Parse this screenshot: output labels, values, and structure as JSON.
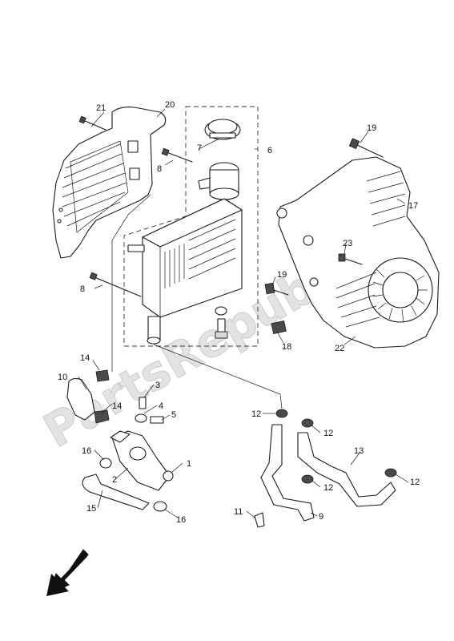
{
  "watermark": "PartsRepublik",
  "callouts": [
    {
      "id": "c1",
      "text": "1"
    },
    {
      "id": "c2",
      "text": "2"
    },
    {
      "id": "c3",
      "text": "3"
    },
    {
      "id": "c4",
      "text": "4"
    },
    {
      "id": "c5",
      "text": "5"
    },
    {
      "id": "c6",
      "text": "6"
    },
    {
      "id": "c7",
      "text": "7"
    },
    {
      "id": "c8a",
      "text": "8"
    },
    {
      "id": "c8b",
      "text": "8"
    },
    {
      "id": "c9",
      "text": "9"
    },
    {
      "id": "c10",
      "text": "10"
    },
    {
      "id": "c11",
      "text": "11"
    },
    {
      "id": "c12a",
      "text": "12"
    },
    {
      "id": "c12b",
      "text": "12"
    },
    {
      "id": "c12c",
      "text": "12"
    },
    {
      "id": "c12d",
      "text": "12"
    },
    {
      "id": "c13",
      "text": "13"
    },
    {
      "id": "c14a",
      "text": "14"
    },
    {
      "id": "c14b",
      "text": "14"
    },
    {
      "id": "c15",
      "text": "15"
    },
    {
      "id": "c16a",
      "text": "16"
    },
    {
      "id": "c16b",
      "text": "16"
    },
    {
      "id": "c17",
      "text": "17"
    },
    {
      "id": "c18",
      "text": "18"
    },
    {
      "id": "c19a",
      "text": "19"
    },
    {
      "id": "c19b",
      "text": "19"
    },
    {
      "id": "c20",
      "text": "20"
    },
    {
      "id": "c21",
      "text": "21"
    },
    {
      "id": "c22",
      "text": "22"
    },
    {
      "id": "c23",
      "text": "23"
    }
  ],
  "direction_arrow": "front-arrow-icon"
}
